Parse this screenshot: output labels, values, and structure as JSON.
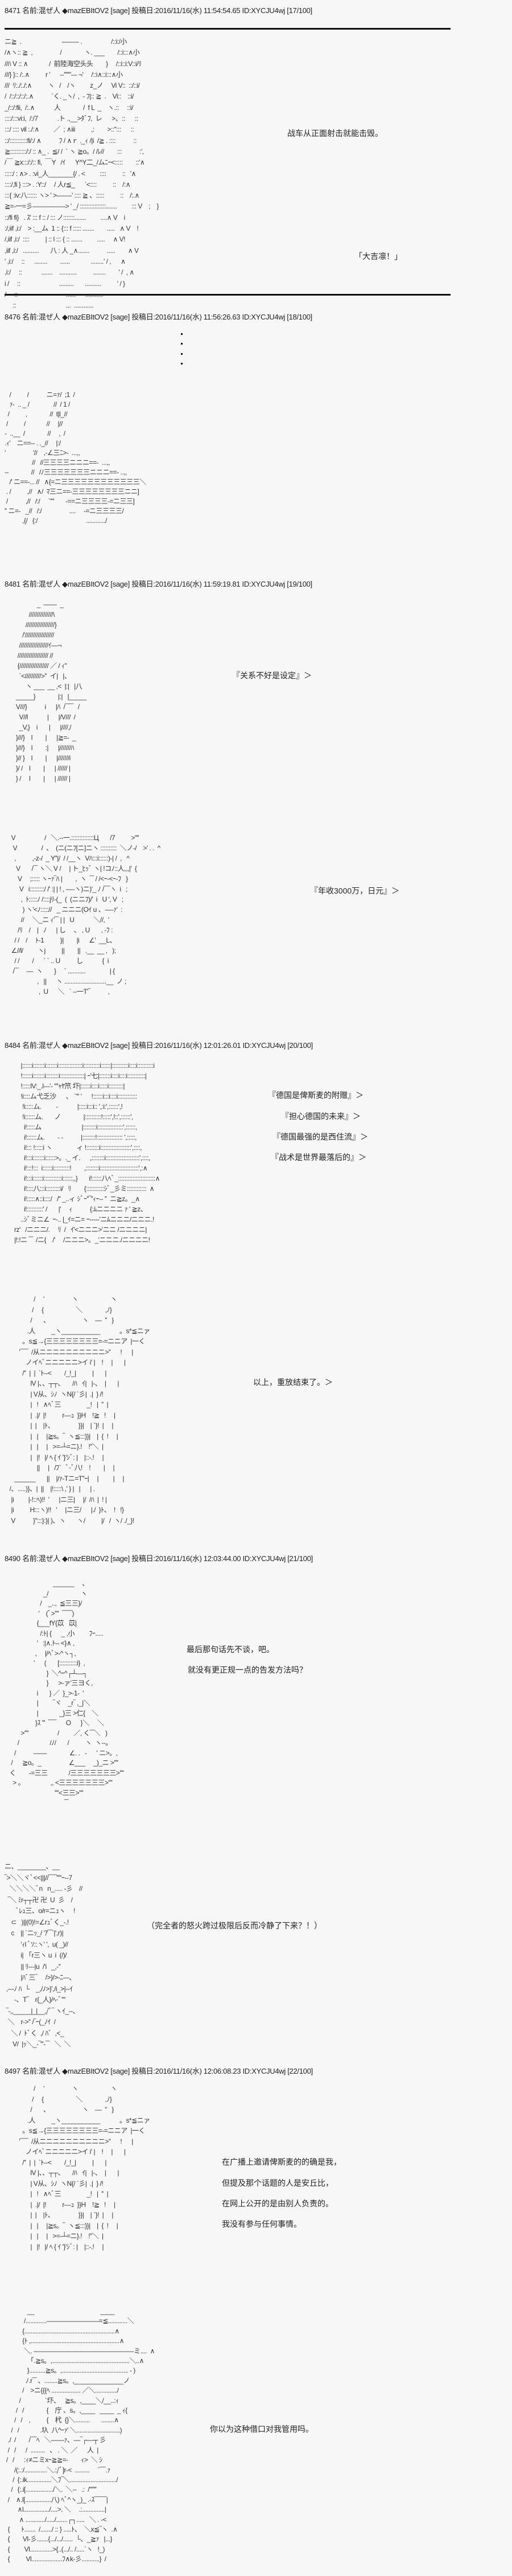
{
  "posts": [
    {
      "header": "8471 名前:混ぜ人 ◆mazEBItOV2 [sage] 投稿日:2016/11/16(水) 11:54:54.65 ID:XYCJU4wj [17/100]",
      "art": "ニ≧  .                         -――- .                  /::i:/小\n/∧ヽ:: ≧  ,                 /              ヽ. ___        /::i:::∧小\n//ﾊ V :: ∧             /  前陸海空头头        }     /::i::i:V::i/ﾘ\n///} }:: /:.∧          r '      -‐'''''''‐-- ¬'     /::i∧::i:::∧小\n///  ﾘ:./:./:∧          ヽ   /    /ヽ         z_ノ     Vi V::  ::/::i/\n/  /::/::/::/:.∧           `く. _ヽ/  ,  ‐ ﾌ|:: ≧  .    Vi::    ::i/\n_/::/:fii,  /:.∧            人              /  f L  _    ヽ.::     ::i/\n::::/:::vi:i,  /:/7            .ト .,__>ﾀﾞﾌ,  レ      >、::      ::\n:::/ :::: vil :./:∧         ／  ; ∧iii          ,:        >::'':::      ::\n::/:::::::::::fi/:/ ∧           ﾌ / ∧ｒ ._ｨ /|i  /≧ . ::::           ::\n≧::::::::::/:/ :: ∧_ .  ≦/ /  ` ヽ ≧o。/ /ﾚ//        :::           :',\n/￣ ≧x:::/:/:: fi,  ￣Y   /ｲ      Y^Y二_/ムﾆｰ<:::::        ::'∧\n:::::/ : ∧> . :vi_人_______{/ . <         ::::          ::   '∧\n::::/,fi } :::> . :Y::/     / 人r≦_      `<::::          ::    /:∧\n:::{ :iv:八:::::: ヽ> ' >――‐' :::: ≧ 、:::::          ::    /:.∧\n≧=‐一=彡―――――> ' _/ ::::::::::::::::.......         ::: V    ;    }\n::/fi fi}   . ｽ' ::: f :: / ::: ノ:::::::.......         ....∧ V    i\n:/,iif ,i:/    > :__ム  1 :: {::: f ::::: .......        .....   ∧ V    !\n/,iif ,i:/  ::::          | :: l ::: { :: .......         .....     ∧ V!\n,iif ,i:/   ..........       八 : 人 _∧.......           .....        ∧ V\n' ,i:/     ::      ........        ......             ........' / ,      ∧\n,i:/     ::            .......    ...........          ........        ' /  , ∧\ni /     ::                        .........       ..........          ' / }\n/     ::                              ......      ...........\n     ::                               ...  ............",
      "lines": [
        "战车从正面射击就能击毁。",
        "「大吉凛！」"
      ]
    },
    {
      "header": "8476 名前:混ぜ人 ◆mazEBItOV2 [sage] 投稿日:2016/11/16(水) 11:56:26.63 ID:XYCJU4wj [18/100]",
      "art": "   /          /           ニ=ｧ/  ;1  /\n   ｧ-  .. _ /               //  / 1 /\n  /          ,              //  t|l_//\n /          /             //     |//\n-  ..__  /              //     ,  /\n.ｨ'    ニ==-- . ._//     |:/\n'                 '//    ,-∠三ﾆ>-  ...,,\n                 //   //三三三三ニニニ==-  ...,,\n--              //   /ﾉ三三三三三三三ニニニ==- ..,,\n   /' ニ==-... //   ∧{=ニ三三三三三三三三三三三三＼\n . /          ,//   ∧/  ﾏ三ニ==-三三三三三三三三ニニ]\n /           ,//   /:/     `''''       -==ニ三三三三-=ニ三三]\n'' ニ=-   _//   /:/                 ....     -=ニ三三三三/\n           ,{/   {:/                              ............/",
      "lines": []
    },
    {
      "header": "8481 名前:混ぜ人 ◆mazEBItOV2 [sage] 投稿日:2016/11/16(水) 11:59:19.81 ID:XYCJU4wj [19/100]",
      "art": "                    _  ――  _\n               ///////////////\\\n             //////////////////}\n           /'//////////////////\n         //////////////////ｲ―¬\n        /////////////////// //\n        {////////////////// ／ / ｨ''\n         `<//////////>''  イ|   |、\n             ヽ ___  __ ,<  |:|   |八\n       _____}              |:|   |_____\n       V///}           i      |ﾊ  /‾‾‾‾   /\n         V//l            |      |/V///  /\n         _V,}    i       |      |////,/\n       }///}    l        |      |≧=-  _\n       }///}    l        :|      |///////ﾊ\n       }// }    l        |      |///////i\n       }/ /    l        |      | ////// |\n       } /     l        |      | ////// |",
      "art2": "  V                  /   ＼.--一.::::::::::::::Ц       /7          >''''\n   V               /  、  (ニ(ニﾌ[ニ]ニヽ ::::::::::  ＼ノ-/    >' . .  ^\n    ,          ,-z-/  _ Y''|/  / /__ヽ  Vﾊ:::i::::::)-| /  ,   ^\n     V       /‾‾ ヽ＼ V /     | ト_ﾋｯﾞ ヽ| !コﾉ::人,,,|'  {\n      V     ;::::: ヽｰｧ‾ﾊ |        ,  ヽ  ‾‾ / /<ｰ-<ｰ-ﾌ   }\n       V   i:::::::::/ /' :| | ! , -―ヽ)ニ)'_ ﾉ /‾‾‾ヽ  i   ;\n        ,  ﾄ:::::ﾉ /::::jﾘ-(_  (  (ニニﾌ)/'  i   U ', V   ;\n         ) ヽ'<ﾉ::::://   _ ニニニ(Oｲ u 、-―ｧ'  :\n        //     ＼_ニ ｨ'‾‾ | |   U            ＼//,  '\n      /ﾘ    /    |   ﾉ      | し     、 , U       , -ﾌ :\n    / /    /     ﾄ-1          }|        |i      ∠'  __L、\n  ∠//l/         ヽj          ||        ||   .__  __ ,   );\n    / /        /      ` ` .. U          し            {  i\n   /‾‾     ―  ヽ       }     ` ...........               | {\n                  ,   ||      ヽ ..........................__  ノ ;\n                   ,  U      ＼   ` --一T'‾           ,",
      "lines": [
        "『关系不好是设定』＞",
        "『年收3000万，日元』＞"
      ]
    },
    {
      "header": "8484 名前:混ぜ人 ◆mazEBItOV2 [sage] 投稿日:2016/11/16(水) 12:01:26.01 ID:XYCJU4wj [20/100]",
      "art": "          |::::::i:::::::i:::::::i:::::::::::::::i::::::::::i::::::|::::::::::i::::i::::::::::i\n          !::::::i:::::::i::::::::i:::::::::::::::| ｰ'七|:::::::i::::i::::i:::::::::::|\n          !:::::lV:_.l-‐‐'- ''''ｬﾔ笊 圷|::::::i::::i:::::i:::::::::|\n          !i::::ム弋乏沙      、 `''' '      !::::::i:::i::::i::::::::::::\n           !i:::::ム.         -            |:::::i:::i:: ',:i:',::::::',!\n           !i::::::ム.       ノ              |::::::::::!:::::',!::',::::::',\n            i!:::::ム                         |::::::::i::::::::::::::::',::::::,\n            i!::::::ム.        - -           |::::::::!:::::::::::::::: ',:::::,\n            i!::: !:::::i ヽ               ィ !::::::::i:::::::::::::::::::',::::,\n            i!:::i:::::::i::::::>。._ イ.      ,::::::::i:::::::::::::::::::::',::::,\n            i!:::!:::  i::::::i::::::::::!        ,::::::::i::::::::::::::::::::::::',:∧\n            i!:::i::::::i:::::::::::i::::::,,}       i!::::::八ﾍﾞ_:::::::::::::::::::::::∧\n            i!::::八:::i:::::::::i/   ﾘ        {:::::::::::ｼﾞ_彡ミ::::::::::::  ∧\n            i!:::::∧::i::::/   /'' _..ィ ｼﾞｰ''‾''ｨｰ-- ''  ニ≧z。_∧\n            i!::::::::::' /       |'     ｨ           {:ﾑニニニニ ｧ ' ≧z、\n          ..ｼﾞミニ∠  ｰ-.. |_ｲ=ニ= ｰ-----'ニﾑニニニ/ニニニ.!\n      rz'   /ニニニ/.     ﾘ  /   ｲ'<ニニニ>'ニニ /ニニニニ|\n      |!:!ニ ‾‾  /ニ{    /'     /ニニニ>。_'ニニニ./ニニニニ!",
      "art2": "                  /     '                 ヽ                    ヽ\n                 /     {                    ＼              ,ﾉ}\n                /       、                    ヽ    ―  ''   }\n              .人          _ヽ___________            。s*≦ニァ\n           。s≦→{三三三三三三三三=-=ニニア  |一く\n         '‾‾‾‾  /从ニニニニニニニニニニ>''      !      |\n             ノイﾍﾞニニニニニ>イ i' |    !     |       |\n           /''  |  |  `ﾄ--<        /_!_|          |       |\n                lV |、、┬┬、     /ﾊ   ｲ|   |-、  |       |\n                | V从、ｼﾉ  ヽN{/ `彡|  .|  } /!\n                |   !   ∧ﾍﾞ三                _!   |  ''  |\n                |  .|/  |!          r―ｭ  }}H    !≧   !     |\n                |  |    |ﾄ、               }}|    | `}!  |     |\n                |   |     |≧s。‾  ヽ≦:::}}|    |  {  !     |\n                |   |     |   >=-┴=ニ}.!    !''＼  |\n                |   |!   |/ ﾍ { ｲ '}'ｼﾞ: |    |::-.!     |\n                    ||     |   /ﾌ`   ﾞ-ﾞ八!    !        |     |\n      ______       ||    |/ｧ-Tニ=T''ｰ|     |         |     |\n   /、.....)}、|  ||    |!:::::\\ ,' } |   |      | .\n    |i         |-!::ﾍ)!!  '      |ニ三|     |/  /ﾊ  |  ! |\n    |i          H:::ヽ)!!   '     |ニ三/      |./  }ﾄ、  !   !}\n    V           }'':::}:}| )、ヽ       ヽ/          |/   /  ヽ/ ./_}!",
      "lines": [
        "『德国是俾斯麦的附赠』＞",
        "『担心德国的未来』＞",
        "『德国最强的是西住流』＞",
        "『战术是世界最落后的』＞",
        "以上，重放结束了。＞"
      ]
    },
    {
      "header": "8490 名前:混ぜ人 ◆mazEBItOV2 [sage] 投稿日:2016/11/16(水) 12:03:44.00 ID:XYCJU4wj [21/100]",
      "art": "                              ______     、\n                        _/                    ヽ\n                      /    _..,  ≦三三}/\n                     '    (ﾞ>''''  ‾‾‾‾‾)\n                    {___fY{苡   苡|\n                      /:ﾄ| {      _ ,小         ﾌｰ.....\n                    '   :|∧.ﾄ-- <}∧ ,\n                   ,     |/ﾍﾞ>-^ヽ┐,\n                  '      (       [:::::::::::i}  ,\n                          }  ＼^ｰ^┌┴―┐\n                          }      >-ァ'三ヨく,\n                    i       } ／  }_>-1-  '\n                    |         ‾ヾ    _r‾ ,_|＼\n                    |             _}三 >仁{    ＼\n                   }ｽ '''  ‾‾‾‾      O      }＼     ＼\n          >''''                  /         ／, く‾‾＼   )\n        /                   /ﾉ/       /          ヽ  ヽ--。\n      /           ――              ∠. .   -      ' ニ>。,\n    /      ≧o。_                 ∠___     _)_ニ >''''\n   く        -=三三             /三三三三三三三>''''\n     > 。                ,, <三三三三三三三>''''\n                               ''''<三三>''''\n                                     ‾‾",
      "art2": "ニ、________、__\n‾>＼＼ヾﾞ<<|||//‾‾‾‾'''''ｰ--7\n   ＼＼＼＼ﾞn   n_..... -彡    //\n  ‾＼ ﾐr┬┬卍 卍  U  彡    /\n       ﾞﾚｭ三、o/r=ニｭヽ     !\n    ⊂   )||(0)!=∠rｭﾞく_-.!\n    c    || `ニｯ_/ 'ｱ‾‾`|',r)|\n          'ｨl ﾞｿ::ヽ' ',  u( _)//\n          i| 「r三ヽ u  i  (/)/\n          || ﾘ‐--|u  /'i   _,-''\n          |ﾊﾞ三‾     />}/>-ﾆ---、\n ,---ﾉ ﾊ  └    _,/ﾉ>}',/i_>|--ｲ\n      -、T‾    r{_人}/ﾍ-ﾞ''''\n ‾-,,_____|_|__,/ﾞ‾ ヽｲ_--、\n  ＼    r‐>'' /‾ｰ(_ﾉｲ  /\n    ＼ /  ﾄﾞく  ,/ ﾊﾞ  ,<_\n     V/  |ｯ＼_-‾'''-‾‾   ＼  ＼",
      "lines": [
        "最后那句话先不谈，吧。",
        "就没有更正规一点的告发方法吗？",
        "（完全者的怒火跨过极限后反而冷静了下来？！）"
      ]
    },
    {
      "header": "8497 名前:混ぜ人 ◆mazEBItOV2 [sage] 投稿日:2016/11/16(水) 12:06:08.23 ID:XYCJU4wj [22/100]",
      "art": "                  /     '                 ヽ                    ヽ\n                 /     {                    ＼              ,ﾉ}\n                /       、                    ヽ    ―  ''   }\n              .人          _ヽ___________            。s*≦ニァ\n           。s≦→{三三三三三三三三=-=ニニア  |一く\n         '‾‾‾‾  /从ニニニニニニニニニニ>''      !      |\n             ノイﾍﾞニニニニニ>イ i' |    !     |       |\n           /''  |  |  `ﾄ--<        /_!_|          |       |\n                lV |、、┬┬、     /ﾊ   ｲ|   |-、  |       |\n                | V从、ｼﾉ  ヽN{/ `彡|  .|  } /!\n                |   !   ∧ﾍﾞ三                _!   |  ''  |\n                |  .|/  |!          r―ｭ  }}H    !≧   !     |\n                |  |    |ﾄ、               }}|    | `}!  |     |\n                |   |     |≧s。‾  ヽ≦:::}}|    |  {  !     |\n                |   |     |   >=-┴=ニ}.!    !''＼  |\n                |   |!   |/ ﾍ { ｲ '}'ｼﾞ: |    |::-.!     |",
      "art2": "              __                                         ____\n            /.............――――――――=≦............＼\n           {........................................................∧\n           {ﾄ ,.......................................................∧\n            ＼. ‐―――――――――――――――ミ....  ∧\n              「.≧s。,................................................＼..∧\n              }..........≧s。,......................................... ‐ )\n             ﾉ.r‾‾ 、........≧s。,______________ノ\n           /    >ニ{{{ﾍ .................. ／＼.............ﾉ\n         /               `圷、   ≧s。,____＼/__..:ｨ\n       /   /              {    庁 、s。,____   ____  _ ｨ{\n      /   /    ,          {    杙  {}＼.........       ........∧\n    /   /             .圦  八^ｰｧ' ＼...........................)\n  ./  /        /‾‾‾ﾍ   ＼――ｧ、―‾┌―┬ 彡\n  /   /      /  .........   、 . ＼  ／      人  |\n /   /      :ｨ≠ニミxｰ≧≧=-        ｨ>  ＼ ｼ\n      /(:.:/..............＼.:/ﾞ]r‐<  .........     `‾‾‾.ｧ\n     /  {:.ik...............＼ﾌ‾＼............................./\n    /   {:.i[................./＼.  ＼--   .:  /'''''''\n  /    ∧.l[................八) ﾍﾞ^ヽ_)_ .-ｽ‾‾‾‾‾‾|\n        ∧l................/....>. ＼     .:..............|\n         ∧ ............/...../.......┌┐.....   ＼ . ‐<\n  {       ﾄ.......  /......./ :: } .....ﾄ、  ＼x≦‾ヽ  .∧\n  {        Vl‐彡.......{.../.../......  └、_≧ｧ   |...}\n  {         Vl..............>{..(.../.. /.....`ヽ   !_)\n  {          Vl...................ﾌ∧k‐彡...........}  /",
      "lines": [
        "在广播上邀请俾斯麦的的确是我，",
        "但提及那个话题的人是安丘比，",
        "在网上公开的是由别人负责的。",
        "我没有参与任何事情。",
        "你以为这种借口对我管用吗。"
      ]
    }
  ]
}
